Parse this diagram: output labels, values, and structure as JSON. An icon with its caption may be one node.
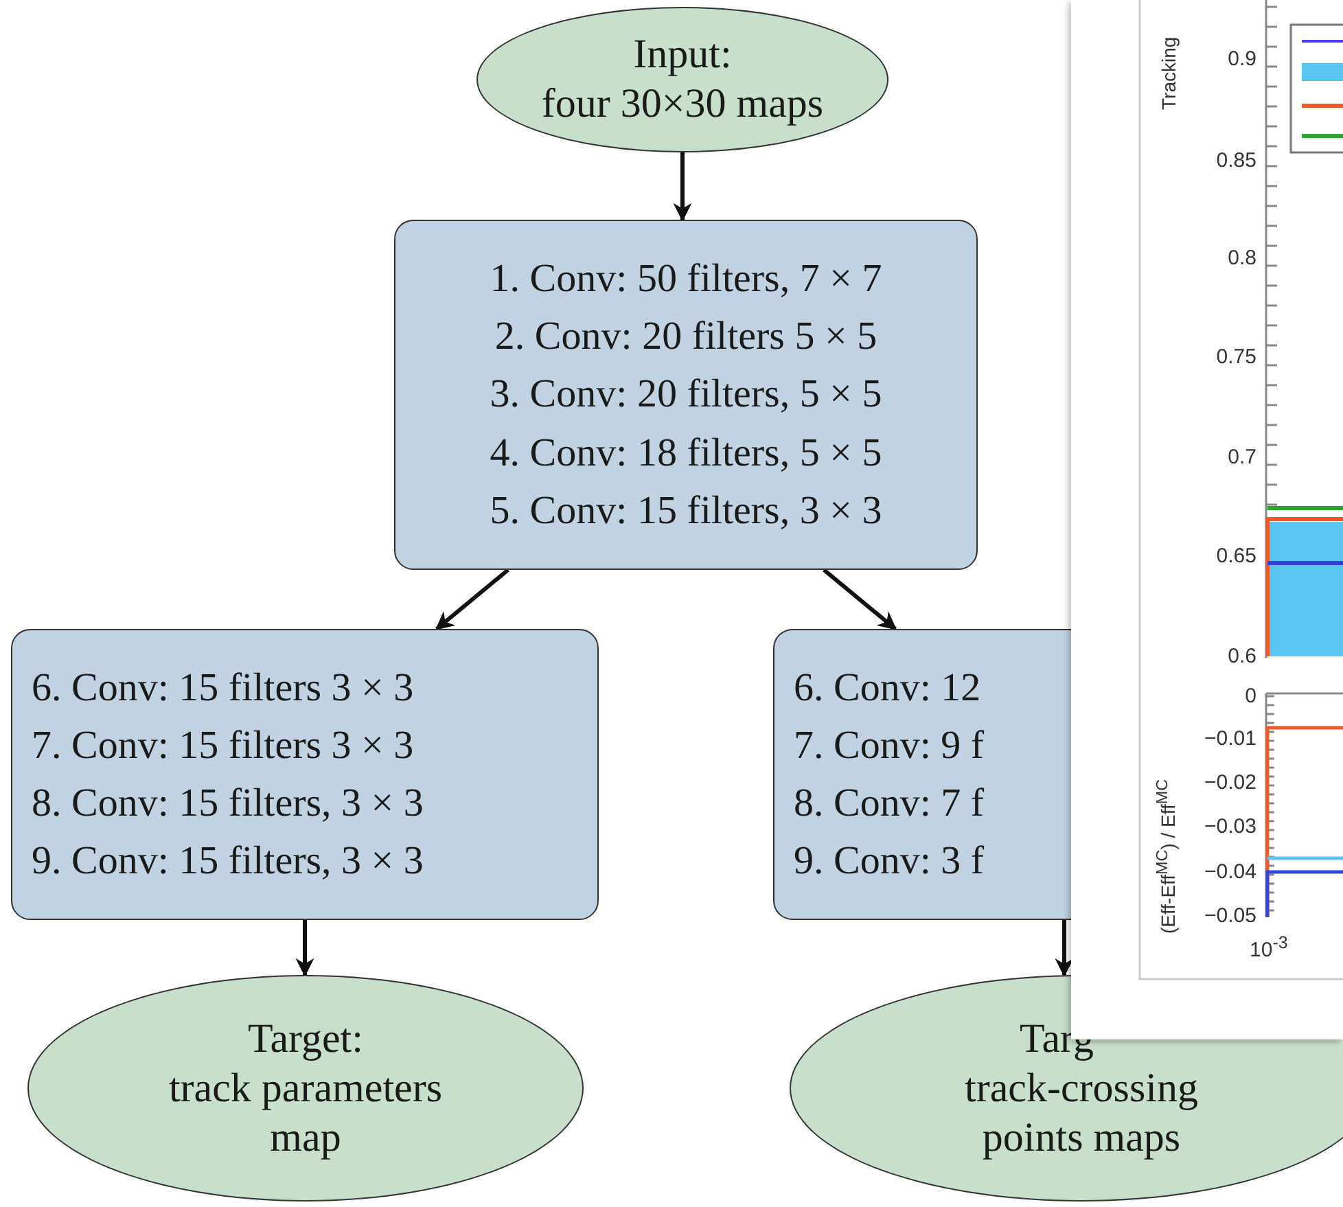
{
  "diagram": {
    "nodes": [
      {
        "text": [
          "Input:",
          "four 30×30 maps"
        ]
      },
      {
        "text": [
          "1. Conv: 50 filters, 7 × 7",
          "2. Conv: 20 filters 5 × 5",
          "3. Conv: 20 filters, 5 × 5",
          "4. Conv: 18 filters, 5 × 5",
          "5. Conv: 15 filters, 3 × 3"
        ]
      },
      {
        "text": [
          "6. Conv: 15 filters 3 × 3",
          "7. Conv: 15 filters 3 × 3",
          "8. Conv: 15 filters, 3 × 3",
          "9. Conv: 15 filters, 3 × 3"
        ]
      },
      {
        "text": [
          "6. Conv: 12",
          "7. Conv: 9 f",
          "8. Conv: 7 f",
          "9. Conv: 3 f"
        ]
      },
      {
        "text": [
          "Target:",
          "track parameters map"
        ]
      },
      {
        "text": [
          "Targ",
          "track-crossing points maps"
        ]
      }
    ],
    "edges": [
      {
        "from": 0,
        "to": 1,
        "arrow": "to"
      },
      {
        "from": 1,
        "to": 2,
        "arrow": "to"
      },
      {
        "from": 1,
        "to": 3,
        "arrow": "to"
      },
      {
        "from": 2,
        "to": 4,
        "arrow": "to"
      },
      {
        "from": 3,
        "to": 5,
        "arrow": "to"
      }
    ],
    "labels": [
      "Tracking",
      "0.9",
      "0.85",
      "0.8",
      "0.75",
      "0.7",
      "0.65",
      "0.6",
      "(Eff-Eff$^{MC}$) / Eff$^{MC}$",
      "0",
      "−0.01",
      "−0.02",
      "−0.03",
      "−0.04",
      "−0.05",
      "10$^{-3}$"
    ]
  }
}
